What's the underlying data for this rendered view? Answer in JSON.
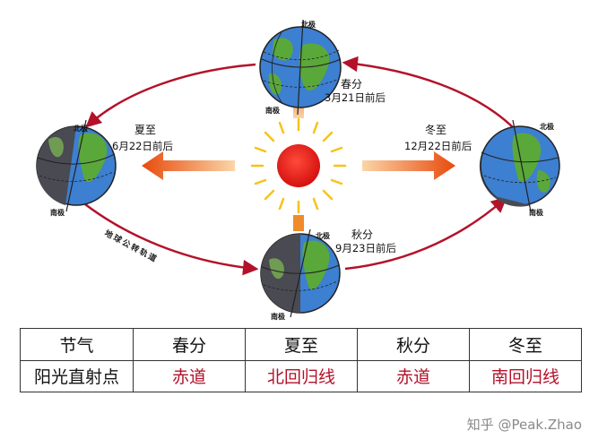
{
  "labels": {
    "spring_term": "春分",
    "spring_date": "3月21日前后",
    "summer_term": "夏至",
    "summer_date": "6月22日前后",
    "autumn_term": "秋分",
    "autumn_date": "9月23日前后",
    "winter_term": "冬至",
    "winter_date": "12月22日前后",
    "north_pole": "北极",
    "south_pole": "南极",
    "orbit": "地球公转轨道"
  },
  "table": {
    "header": [
      "节气",
      "春分",
      "夏至",
      "秋分",
      "冬至"
    ],
    "row_label": "阳光直射点",
    "row_values": [
      "赤道",
      "北回归线",
      "赤道",
      "南回归线"
    ]
  },
  "watermark": "知乎 @Peak.Zhao",
  "colors": {
    "orbit": "#b3122a",
    "sun": "#e01b1b",
    "arrow": "#f26a12",
    "ocean": "#3d7fd0",
    "land": "#5aa83a",
    "night": "#4a4a52",
    "table_value": "#b3122a"
  }
}
